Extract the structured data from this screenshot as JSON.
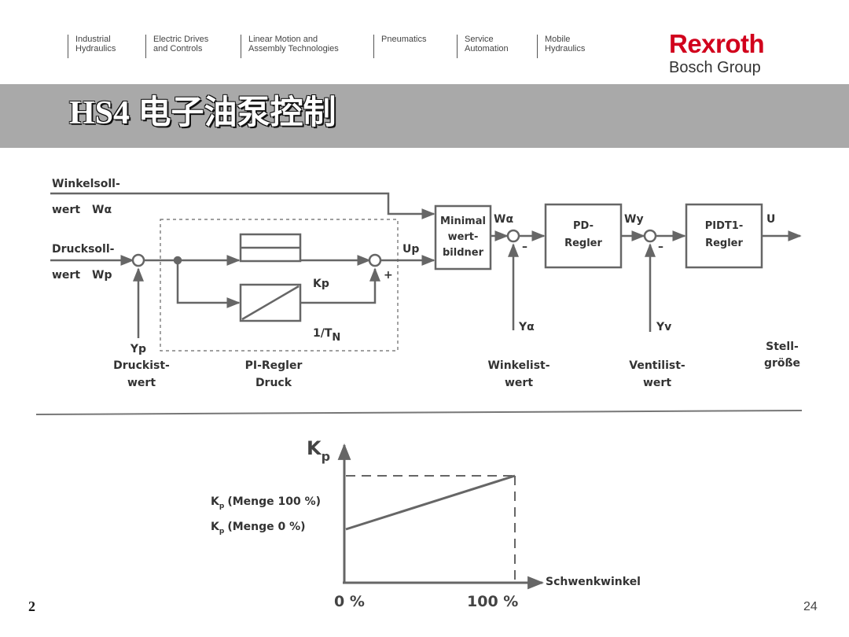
{
  "header": {
    "nav": [
      {
        "line1": "Industrial",
        "line2": "Hydraulics"
      },
      {
        "line1": "Electric Drives",
        "line2": "and Controls"
      },
      {
        "line1": "Linear Motion and",
        "line2": "Assembly Technologies"
      },
      {
        "line1": "",
        "line2": "Pneumatics"
      },
      {
        "line1": "Service",
        "line2": "Automation"
      },
      {
        "line1": "Mobile",
        "line2": "Hydraulics"
      }
    ],
    "logo": {
      "brand": "Rexroth",
      "group": "Bosch Group",
      "color": "#d1001c"
    }
  },
  "banner": {
    "title": "HS4 电子油泵控制",
    "background": "#a9a9a9"
  },
  "diagram": {
    "inputs": {
      "winkel_line1": "Winkelsoll-",
      "winkel_line2": "wert",
      "winkel_sym": "Wα",
      "druck_line1": "Drucksoll-",
      "druck_line2": "wert",
      "druck_sym": "Wp"
    },
    "pi_block": {
      "kp": "Kp",
      "tn": "1/T",
      "tn_sub": "N",
      "plus": "+",
      "name1": "PI-Regler",
      "name2": "Druck"
    },
    "up": "Up",
    "minimal": {
      "line1": "Minimal",
      "line2": "wert-",
      "line3": "bildner"
    },
    "w_alpha": "Wα",
    "pd": {
      "line1": "PD-",
      "line2": "Regler"
    },
    "wy": "Wy",
    "pidt": {
      "line1": "PIDT1-",
      "line2": "Regler"
    },
    "u": "U",
    "minus1": "–",
    "minus2": "–",
    "feedback": {
      "yp": "Yp",
      "druck1": "Druckist-",
      "druck2": "wert",
      "ya": "Yα",
      "winkel1": "Winkelist-",
      "winkel2": "wert",
      "yv": "Yv",
      "ventil1": "Ventilist-",
      "ventil2": "wert",
      "stell1": "Stell-",
      "stell2": "größe"
    }
  },
  "graph": {
    "y_axis": "K",
    "y_axis_sub": "p",
    "x_axis": "Schwenkwinkel",
    "label_100": "K",
    "label_100_rest": "(Menge 100 %)",
    "label_0": "K",
    "label_0_rest": "(Menge 0 %)",
    "label_sub": "p",
    "x0": "0 %",
    "x100": "100 %"
  },
  "footer": {
    "date": "2",
    "page": "24"
  }
}
